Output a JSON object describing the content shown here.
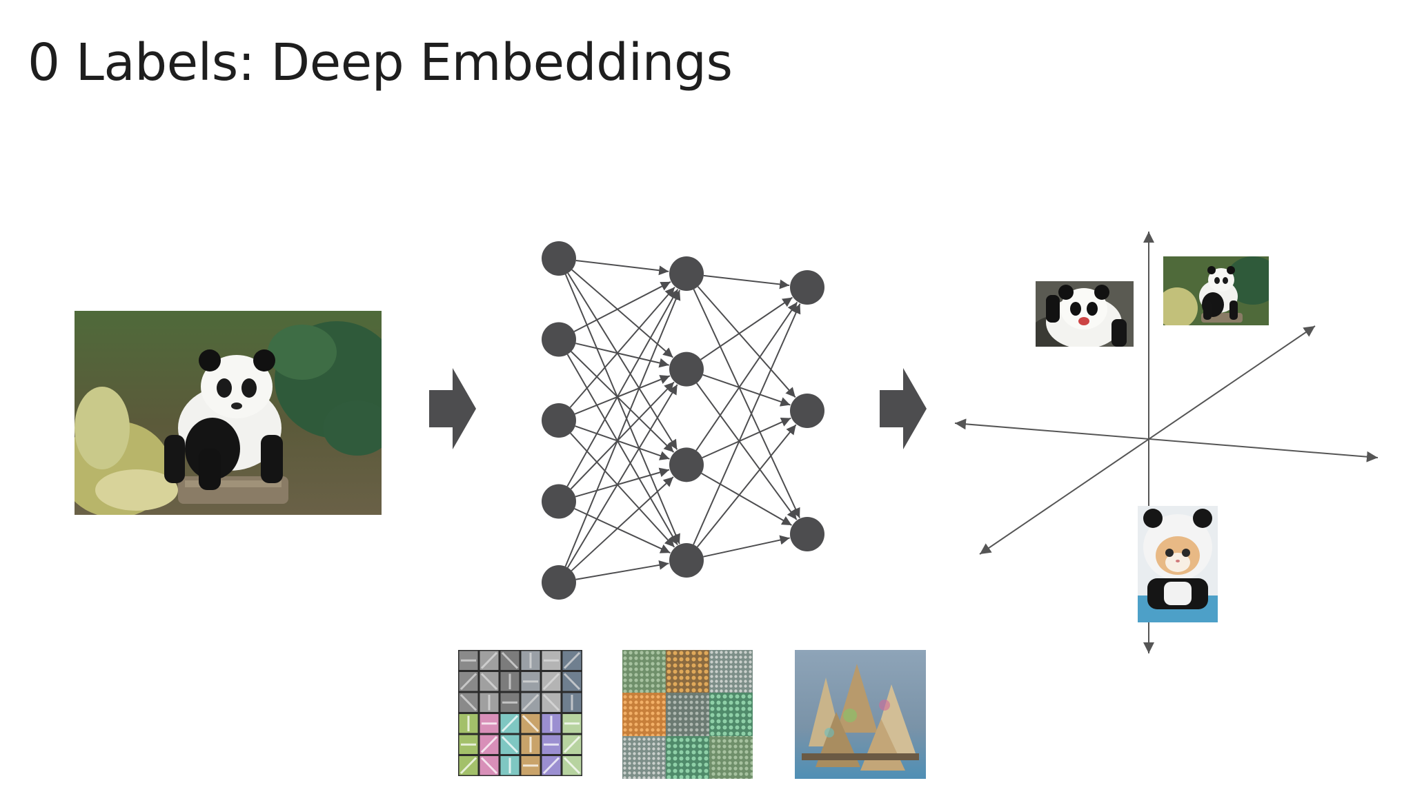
{
  "slide": {
    "title": "0 Labels: Deep Embeddings"
  },
  "network": {
    "layers": [
      5,
      4,
      3
    ]
  },
  "colors": {
    "title_text": "#1e1e1e",
    "diagram_gray": "#4d4d4f",
    "axis_gray": "#555555",
    "background": "#ffffff"
  },
  "images": {
    "main_photo": "panda-photo",
    "embedding_thumbs": [
      "panda-face-photo",
      "panda-standing-photo",
      "cat-in-panda-costume-photo"
    ],
    "feature_visualizations": [
      "edge-filters-grid",
      "texture-patterns-grid",
      "object-parts-visualization"
    ]
  }
}
